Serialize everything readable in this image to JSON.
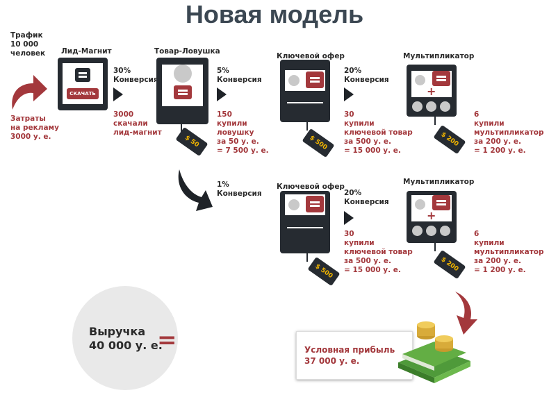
{
  "title": "Новая модель",
  "traffic": {
    "line1": "Трафик",
    "line2": "10 000",
    "line3": "человек"
  },
  "expenses": {
    "line1": "Затраты",
    "line2": "на рекламу",
    "line3": "3000 у. е."
  },
  "lead_magnet": {
    "label": "Лид-Магнит",
    "button": "СКАЧАТЬ",
    "conv1": "30%",
    "conv2": "Конверсия",
    "res1": "3000",
    "res2": "скачали",
    "res3": "лид-магнит"
  },
  "trap": {
    "label": "Товар-Ловушка",
    "price": "$ 50",
    "conv1": "5%",
    "conv2": "Конверсия",
    "res1": "150",
    "res2": "купили",
    "res3": "ловушку",
    "res4": "за 50 у. е.",
    "res5": "= 7 500 у. е."
  },
  "row1": {
    "key": {
      "label": "Ключевой офер",
      "price": "$ 500",
      "conv1": "20%",
      "conv2": "Конверсия",
      "res1": "30",
      "res2": "купили",
      "res3": "ключевой товар",
      "res4": "за 500 у. е.",
      "res5": "= 15 000 у. е."
    },
    "mult": {
      "label": "Мультипликатор",
      "price": "$ 200",
      "res1": "6",
      "res2": "купили",
      "res3": "мультипликатор",
      "res4": "за 200 у. е.",
      "res5": "= 1 200 у. е."
    }
  },
  "branch": {
    "conv1": "1%",
    "conv2": "Конверсия"
  },
  "row2": {
    "key": {
      "label": "Ключевой офер",
      "price": "$ 500",
      "conv1": "20%",
      "conv2": "Конверсия",
      "res1": "30",
      "res2": "купили",
      "res3": "ключевой товар",
      "res4": "за 500 у. е.",
      "res5": "= 15 000 у. е."
    },
    "mult": {
      "label": "Мультипликатор",
      "price": "$ 200",
      "res1": "6",
      "res2": "купили",
      "res3": "мультипликатор",
      "res4": "за 200 у. е.",
      "res5": "= 1 200 у. е."
    }
  },
  "revenue": {
    "line1": "Выручка",
    "line2": "40 000 у. е.",
    "equals": "="
  },
  "profit": {
    "line1": "Условная прибыль",
    "line2": "37 000 у. е."
  },
  "colors": {
    "accent": "#a3383c",
    "dark": "#262b31",
    "title": "#3b4752"
  }
}
